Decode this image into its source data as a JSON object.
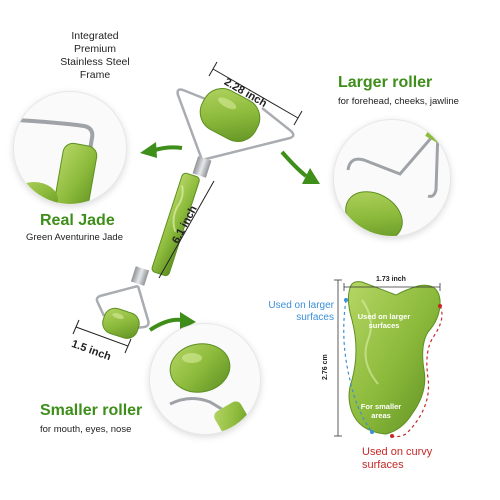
{
  "frame_label": {
    "line1": "Integrated",
    "line2": "Premium",
    "line3": "Stainless Steel",
    "line4": "Frame"
  },
  "dimensions": {
    "top_width": "2.28 inch",
    "length": "6.1 inch",
    "bottom_width": "1.5 inch"
  },
  "larger_roller": {
    "title": "Larger roller",
    "subtitle": "for forehead, cheeks, jawline"
  },
  "real_jade": {
    "title": "Real Jade",
    "subtitle": "Green Aventurine Jade"
  },
  "smaller_roller": {
    "title": "Smaller roller",
    "subtitle": "for mouth, eyes, nose"
  },
  "gua_sha": {
    "width": "1.73 inch",
    "height": "2.76 cm",
    "inner_top": "Used on larger surfaces",
    "inner_bottom": "For smaller areas",
    "left_label": {
      "line1": "Used on larger",
      "line2": "surfaces"
    },
    "right_label": {
      "line1": "Used on curvy",
      "line2": "surfaces"
    }
  },
  "colors": {
    "jade": "#8dbb3c",
    "jade_dark": "#5d8f22",
    "accent_green": "#3e8e1a",
    "steel": "#b8bcc0",
    "blue": "#3a8fd8",
    "red": "#c62828"
  }
}
